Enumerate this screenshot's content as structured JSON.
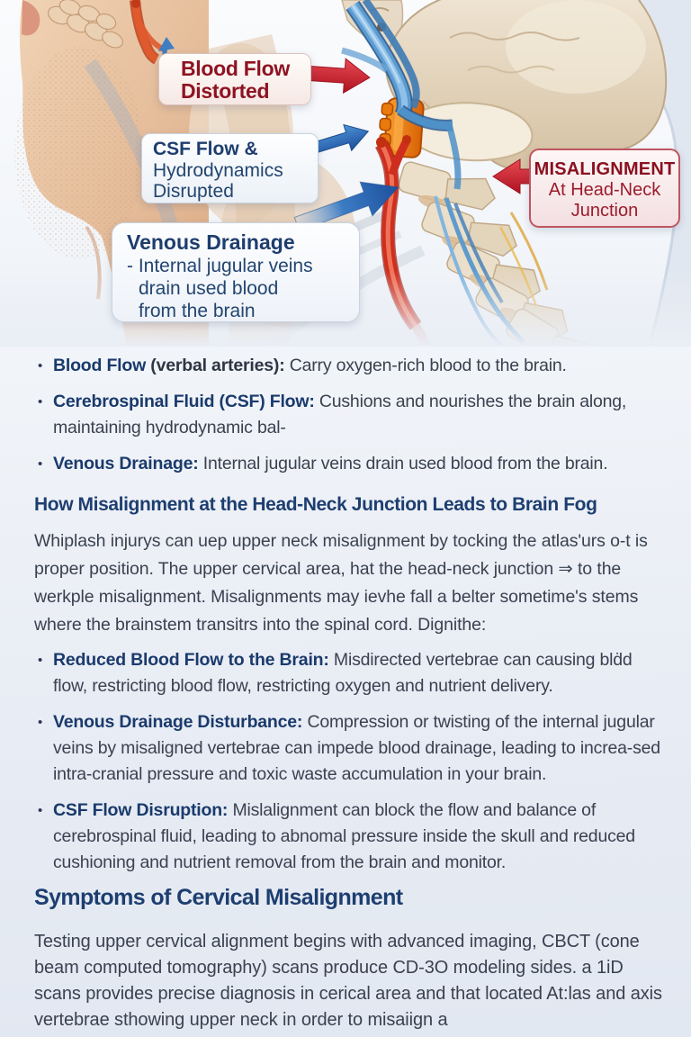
{
  "illustration": {
    "callouts": {
      "blood_flow": {
        "line1": "Blood Flow",
        "line2": "Distorted"
      },
      "csf": {
        "line1": "CSF Flow &",
        "line2": "Hydrodynamics",
        "line3": "Disrupted"
      },
      "venous": {
        "title": "Venous Drainage",
        "line2": "- Internal jugular veins",
        "line3": "drain used blood",
        "line4": "from the brain"
      },
      "misalignment": {
        "line1": "MISALIGNMENT",
        "line2": "At Head-Neck",
        "line3": "Junction"
      }
    },
    "colors": {
      "red_label": "#8e1322",
      "navy_label": "#1e3d6e",
      "red_arrow": "#c2202e",
      "blue_arrow": "#2f6cb4",
      "artery_red": "#cf2e1e",
      "atlas_orange": "#ea7c0c",
      "vein_blue": "#5b9cd2",
      "bone": "#e3d3ba"
    }
  },
  "ui": {
    "bullet_char": "•"
  },
  "intro_bullets": [
    {
      "lead": "Blood Flow",
      "mid": " (verbal arteries): ",
      "text": "Carry oxygen-rich blood to the brain."
    },
    {
      "lead": "Cerebrospinal Fluid (CSF) Flow: ",
      "mid": "",
      "text": "Cushions and nourishes the brain along, maintaining hydrodynamic bal-"
    },
    {
      "lead": "Venous Drainage: ",
      "mid": "",
      "text": "Internal jugular veins drain used blood from the brain."
    }
  ],
  "section1": {
    "heading": "How Misalignment at the Head-Neck Junction Leads to Brain Fog",
    "paragraph": "Whiplash injurys can uep upper neck misalignment by tocking the atlas'urs o-t is proper position.  The upper cervical area, hat the head-neck junction ⇒ to the werkple misalignment.  Misalignments may ievhe fall a belter sometime's stems where the brainstem transitrs into the spinal cord. Dignithe:",
    "bullets": [
      {
        "lead": "Reduced Blood Flow to the Brain: ",
        "text": "Misdirected vertebrae can causing blḋd flow, restricting blood flow, restricting oxygen and nutrient delivery."
      },
      {
        "lead": "Venous Drainage Disturbance: ",
        "text": "Compression or twisting of the internal jugular veins by misaligned vertebrae can impede blood drainage, leading to increa-sed intra-cranial pressure and toxic waste accumulation in your brain."
      },
      {
        "lead": "CSF Flow Disruption: ",
        "text": "Mislalignment can block the flow and balance of cerebrospinal fluid, leading to abnomal pressure inside the skull and reduced cushioning and nutrient removal from the brain and monitor."
      }
    ]
  },
  "section2": {
    "heading": "Symptoms of Cervical Misalignment",
    "paragraph": "Testing upper cervical alignment begins with advanced imaging, CBCT (cone beam computed tomography) scans produce CD-3O modeling sides. a 1iD scans provides precise diagnosis in cerical area and that located At:las and axis vertebrae sthowing upper neck in order to misaiign a"
  }
}
